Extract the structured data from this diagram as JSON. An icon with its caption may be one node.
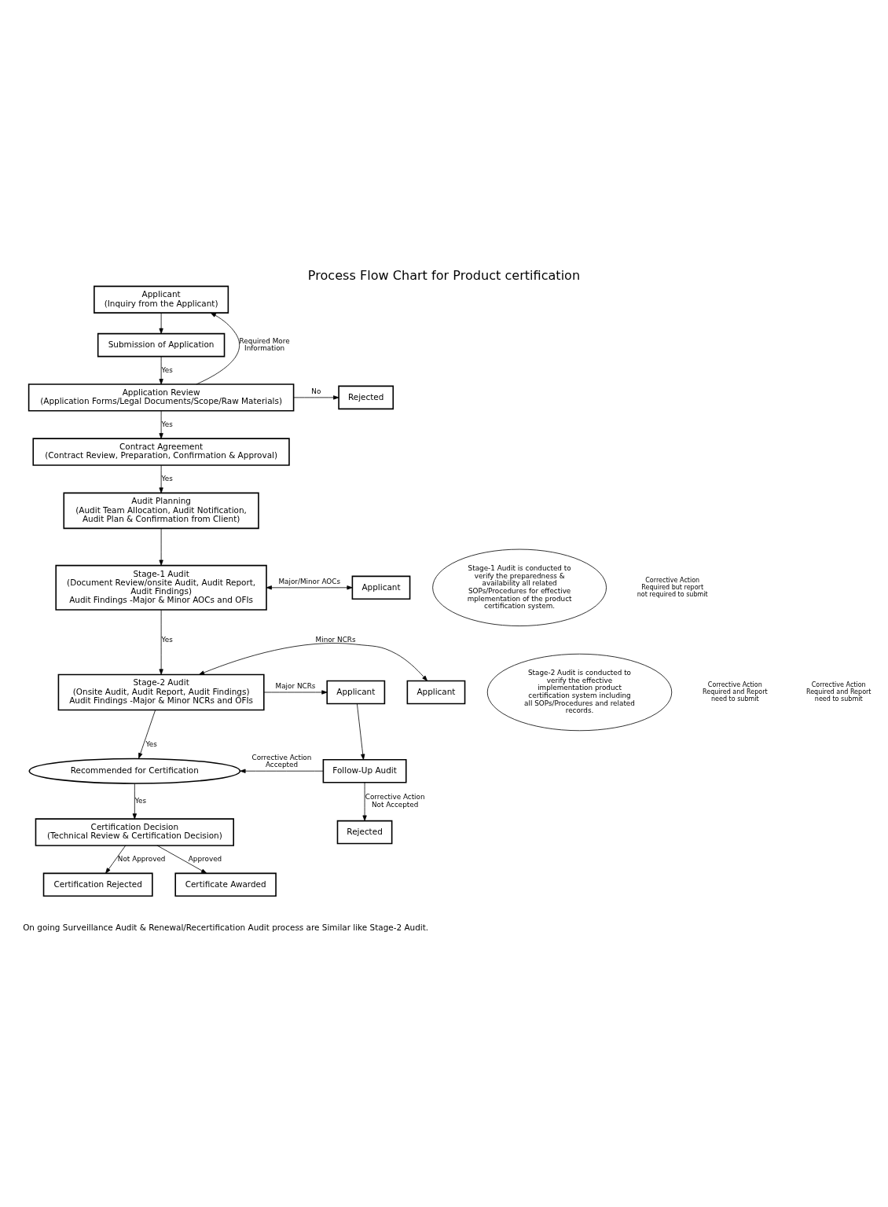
{
  "diagram": {
    "title": "Process Flow Chart for Product certification",
    "caption": "On going Surveillance Audit & Renewal/Recertification Audit process are Similar like Stage-2 Audit.",
    "nodes": [
      {
        "text": [
          "Applicant",
          "(Inquiry from the Applicant)"
        ]
      },
      {
        "text": [
          "Submission of Application"
        ]
      },
      {
        "text": [
          "Application Review",
          "(Application Forms/Legal Documents/Scope/Raw Materials)"
        ]
      },
      {
        "text": [
          "Rejected"
        ]
      },
      {
        "text": [
          "Contract Agreement",
          "(Contract Review, Preparation, Confirmation & Approval)"
        ]
      },
      {
        "text": [
          "Audit Planning",
          "(Audit Team Allocation, Audit Notification, Audit Plan & Confirmation from Client)"
        ]
      },
      {
        "text": [
          "Stage-1 Audit is conducted to verify the preparedness & availability all related SOPs/Procedures for effective mplementation of the product certification system."
        ]
      },
      {
        "text": [
          "Applicant"
        ]
      },
      {
        "text": [
          "Stage-1 Audit",
          "(Document Review/onsite Audit, Audit Report, Audit Findings)",
          "Audit Findings -Major & Minor AOCs and OFIs"
        ]
      },
      {
        "text": [
          "Stage-2 Audit is conducted to verify the effective implementation product certification system including all SOPs/Procedures and related records."
        ]
      },
      {
        "text": [
          "Applicant"
        ]
      },
      {
        "text": [
          "Stage-2 Audit",
          "(Onsite Audit, Audit Report, Audit Findings)",
          "Audit Findings -Major & Minor NCRs and OFIs"
        ]
      },
      {
        "text": [
          "Applicant"
        ]
      },
      {
        "text": [
          "Follow-Up Audit"
        ]
      },
      {
        "text": [
          "Recommended for Certification"
        ]
      },
      {
        "text": [
          "Rejected"
        ]
      },
      {
        "text": [
          "Certification Decision",
          "(Technical Review & Certification Decision)"
        ]
      },
      {
        "text": [
          "Certification Rejected"
        ]
      },
      {
        "text": [
          "Certificate Awarded"
        ]
      }
    ],
    "edges": [
      {
        "from": 0,
        "to": 1,
        "arrow": "to"
      },
      {
        "from": 1,
        "to": 2,
        "arrow": "to",
        "label": "Yes"
      },
      {
        "from": 2,
        "to": 0,
        "arrow": "to",
        "label": "Required More Information"
      },
      {
        "from": 2,
        "to": 3,
        "arrow": "to",
        "label": "No"
      },
      {
        "from": 2,
        "to": 4,
        "arrow": "to",
        "label": "Yes"
      },
      {
        "from": 4,
        "to": 5,
        "arrow": "to",
        "label": "Yes"
      },
      {
        "from": 5,
        "to": 8,
        "arrow": "to"
      },
      {
        "from": 8,
        "to": 7,
        "arrow": "both",
        "label": "Major/Minor AOCs"
      },
      {
        "from": 8,
        "to": 11,
        "arrow": "to",
        "label": "Yes"
      },
      {
        "from": 11,
        "to": 10,
        "arrow": "both",
        "label": "Minor NCRs"
      },
      {
        "from": 11,
        "to": 12,
        "arrow": "to",
        "label": "Major NCRs"
      },
      {
        "from": 12,
        "to": 13,
        "arrow": "to"
      },
      {
        "from": 13,
        "to": 14,
        "arrow": "to",
        "label": "Corrective Action Accepted"
      },
      {
        "from": 11,
        "to": 14,
        "arrow": "to",
        "label": "Yes"
      },
      {
        "from": 13,
        "to": 15,
        "arrow": "to",
        "label": "Corrective Action Not Accepted"
      },
      {
        "from": 14,
        "to": 16,
        "arrow": "to",
        "label": "Yes"
      },
      {
        "from": 16,
        "to": 17,
        "arrow": "to",
        "label": "Not Approved"
      },
      {
        "from": 16,
        "to": 18,
        "arrow": "to",
        "label": "Approved"
      }
    ],
    "labels": [
      "Corrective Action Required but report not required to submit",
      "Corrective Action Required and Report need to submit",
      "Corrective Action Required and Report need to submit"
    ]
  }
}
